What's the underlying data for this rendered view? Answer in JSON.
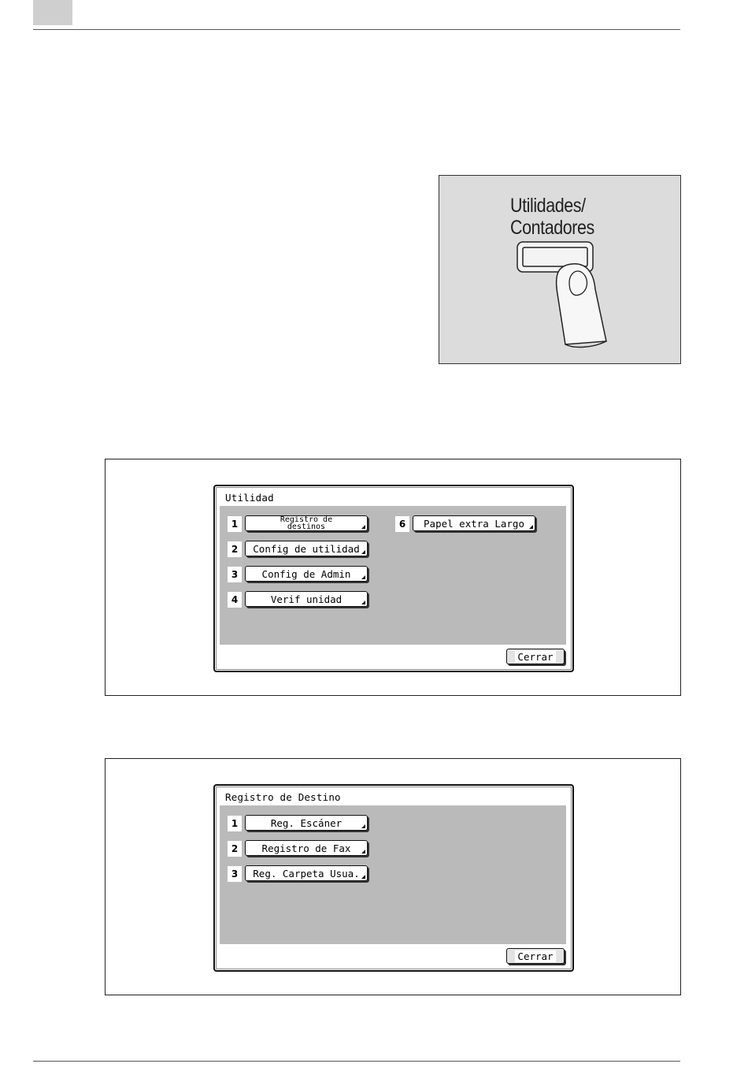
{
  "illustration": {
    "label_line1": "Utilidades/",
    "label_line2": "Contadores",
    "button_icon": "utility-counter-key",
    "finger_icon": "pressing-finger"
  },
  "screen1": {
    "title": "Utilidad",
    "items": [
      {
        "num": "1",
        "label": "Registro de destinos",
        "line1": "Registro de",
        "line2": "destinos"
      },
      {
        "num": "2",
        "label": "Config de utilidad"
      },
      {
        "num": "3",
        "label": "Config de Admin"
      },
      {
        "num": "4",
        "label": "Verif unidad"
      },
      {
        "num": "6",
        "label": "Papel extra Largo"
      }
    ],
    "close_label": "Cerrar"
  },
  "screen2": {
    "title": "Registro de Destino",
    "items": [
      {
        "num": "1",
        "label": "Reg. Escáner"
      },
      {
        "num": "2",
        "label": "Registro de Fax"
      },
      {
        "num": "3",
        "label": "Reg. Carpeta Usua."
      }
    ],
    "close_label": "Cerrar"
  },
  "colors": {
    "illustration_bg": "#dcdcdc",
    "header_box": "#cfcfcf",
    "screen_pattern": "#8a8a8a"
  }
}
